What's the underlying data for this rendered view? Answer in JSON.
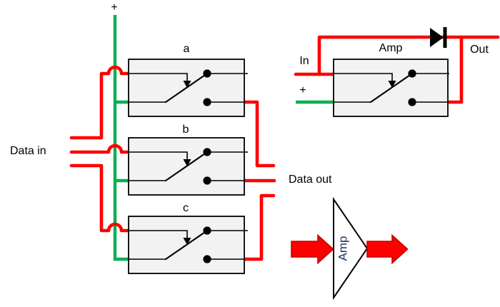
{
  "diagram": {
    "type": "circuit-schematic",
    "colors": {
      "wire_data": "#ff0000",
      "wire_supply": "#00b050",
      "switch_box_fill": "#f2f2f2",
      "outline": "#000000",
      "amp_symbol_text": "#1f3864",
      "flow_arrow_fill": "#ff0000",
      "flow_arrow_outline": "#c00000"
    },
    "left_circuit": {
      "supply_label": "+",
      "input_label": "Data in",
      "output_label": "Data out",
      "switches": [
        {
          "label": "a"
        },
        {
          "label": "b"
        },
        {
          "label": "c"
        }
      ]
    },
    "right_circuit": {
      "title": "Amp",
      "input_label": "In",
      "supply_label": "+",
      "output_label": "Out"
    },
    "amp_symbol": {
      "label": "Amp"
    }
  }
}
